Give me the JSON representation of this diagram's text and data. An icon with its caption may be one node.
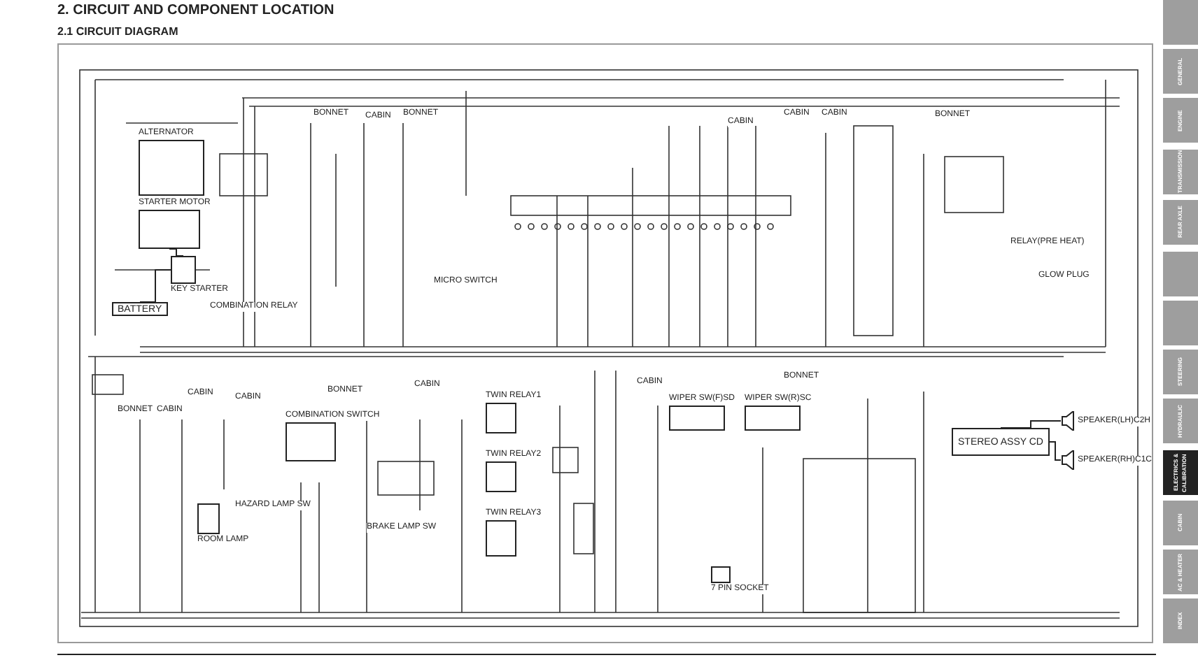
{
  "diagram": {
    "title": "2. CIRCUIT AND COMPONENT LOCATION",
    "nodes": [
      {
        "text": [
          "ALTERNATOR"
        ]
      },
      {
        "text": [
          "STARTER MOTOR"
        ]
      },
      {
        "text": [
          "BATTERY"
        ]
      },
      {
        "text": [
          "KEY STARTER"
        ]
      },
      {
        "text": [
          "COMBINATION SWITCH"
        ]
      },
      {
        "text": [
          "TWIN RELAY1"
        ]
      },
      {
        "text": [
          "TWIN RELAY2"
        ]
      },
      {
        "text": [
          "TWIN RELAY3"
        ]
      },
      {
        "text": [
          "ROOM LAMP"
        ]
      },
      {
        "text": [
          "WIPER SW(F)SD"
        ]
      },
      {
        "text": [
          "WIPER SW(R)SC"
        ]
      },
      {
        "text": [
          "STEREO ASSY CD"
        ]
      },
      {
        "text": [
          "SPEAKER(LH)C2H"
        ]
      },
      {
        "text": [
          "SPEAKER(RH)C1C"
        ]
      },
      {
        "text": [
          "7 PIN SOCKET"
        ]
      }
    ],
    "edges": [
      {
        "from": 2,
        "to": 3,
        "arrow": "none"
      },
      {
        "from": 3,
        "to": 1,
        "arrow": "none"
      },
      {
        "from": 11,
        "to": 12,
        "arrow": "none"
      },
      {
        "from": 11,
        "to": 13,
        "arrow": "none"
      }
    ],
    "labels": [
      "2.1 CIRCUIT DIAGRAM",
      "BONNET",
      "CABIN",
      "BONNET",
      "COMBINATION RELAY",
      "MICRO SWITCH",
      "CABIN",
      "CABIN",
      "CABIN",
      "BONNET",
      "RELAY(PRE HEAT)",
      "GLOW PLUG",
      "BONNET",
      "CABIN",
      "CABIN",
      "CABIN",
      "BONNET",
      "CABIN",
      "HAZARD LAMP SW",
      "BRAKE LAMP SW",
      "CABIN",
      "BONNET",
      "GENERAL",
      "ENGINE",
      "TRANSMISSION",
      "REAR AXLE",
      "STEERING",
      "HYDRAULIC",
      "ELECTRICS & CALIBRATION",
      "CABIN",
      "AC & HEATER",
      "INDEX"
    ]
  }
}
